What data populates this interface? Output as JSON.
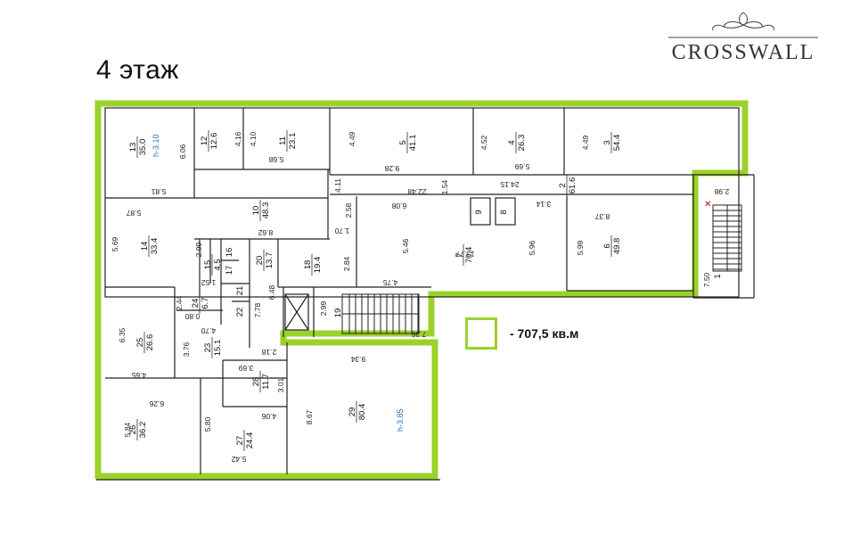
{
  "floor_title": "4 этаж",
  "logo": {
    "text": "CROSSWALL"
  },
  "legend": {
    "area_text": "- 707,5 кв.м"
  },
  "colors": {
    "outline": "#9bd22a",
    "wall": "#222222",
    "height_label": "#2a6fb5"
  },
  "heights": [
    {
      "text": "h-3.10"
    },
    {
      "text": "h-3.85"
    }
  ],
  "rooms": [
    {
      "number": "13",
      "area": "35.0"
    },
    {
      "number": "12",
      "area": "12.6"
    },
    {
      "number": "11",
      "area": "23.1"
    },
    {
      "number": "5",
      "area": "41.1"
    },
    {
      "number": "4",
      "area": "26.3"
    },
    {
      "number": "3",
      "area": "54.4"
    },
    {
      "number": "2",
      "area": "61.6"
    },
    {
      "number": "10",
      "area": "48.3"
    },
    {
      "number": "14",
      "area": "33.4"
    },
    {
      "number": "7",
      "area": "70.4"
    },
    {
      "number": "6",
      "area": "49.8"
    },
    {
      "number": "1",
      "area": ""
    },
    {
      "number": "16",
      "area": ""
    },
    {
      "number": "17",
      "area": ""
    },
    {
      "number": "15",
      "area": "4.5"
    },
    {
      "number": "20",
      "area": "13.7"
    },
    {
      "number": "18",
      "area": "19.4"
    },
    {
      "number": "21",
      "area": ""
    },
    {
      "number": "22",
      "area": ""
    },
    {
      "number": "24",
      "area": "6.7"
    },
    {
      "number": "19",
      "area": ""
    },
    {
      "number": "25",
      "area": "26.6"
    },
    {
      "number": "23",
      "area": "15.1"
    },
    {
      "number": "28",
      "area": "11.7"
    },
    {
      "number": "29",
      "area": "80.4"
    },
    {
      "number": "26",
      "area": "36.2"
    },
    {
      "number": "27",
      "area": "24.4"
    },
    {
      "number": "9",
      "area": ""
    },
    {
      "number": "8",
      "area": ""
    }
  ],
  "dimensions": [
    "6.06",
    "5.81",
    "4.16",
    "4.10",
    "5.68",
    "4.49",
    "9.28",
    "4.52",
    "5.69",
    "4.49",
    "22.48",
    "24.15",
    "1.54",
    "4.11",
    "2.98",
    "5.87",
    "8.62",
    "5.69",
    "2.99",
    "1.52",
    "2.58",
    "1.70",
    "6.08",
    "3.14",
    "8.37",
    "5.46",
    "13.77",
    "5.96",
    "5.99",
    "2.84",
    "4.75",
    "6.48",
    "7.50",
    "2.44",
    "0.80",
    "7.78",
    "2.99",
    "6.35",
    "4.70",
    "3.76",
    "7.36",
    "2.18",
    "4.65",
    "3.69",
    "9.34",
    "3.01",
    "6.26",
    "8.67",
    "5.84",
    "5.80",
    "4.06",
    "5.42"
  ]
}
